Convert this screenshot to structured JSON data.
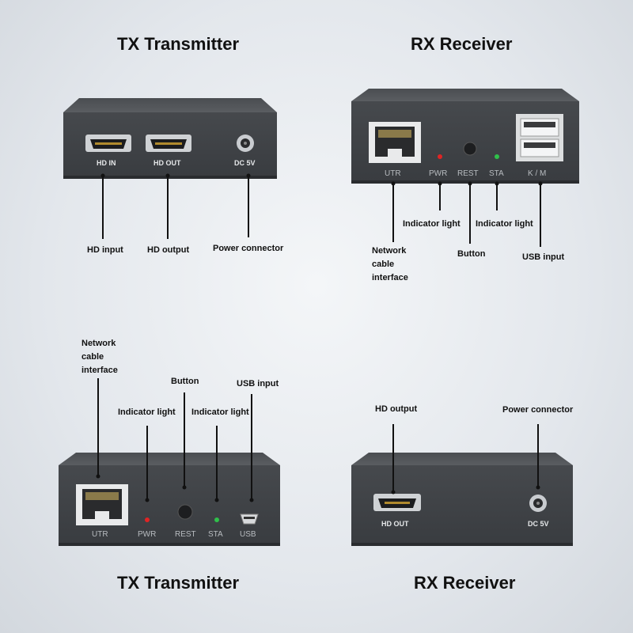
{
  "headings": {
    "top_left": "TX Transmitter",
    "top_right": "RX Receiver",
    "bottom_left": "TX Transmitter",
    "bottom_right": "RX Receiver"
  },
  "tx_front": {
    "ports": {
      "hd_in": "HD IN",
      "hd_out": "HD OUT",
      "dc": "DC 5V"
    },
    "callouts": {
      "hd_input": "HD input",
      "hd_output": "HD output",
      "power": "Power connector"
    }
  },
  "rx_front": {
    "ports": {
      "utr": "UTR",
      "pwr": "PWR",
      "rest": "REST",
      "sta": "STA",
      "km": "K / M"
    },
    "callouts": {
      "network": [
        "Network",
        "cable",
        "interface"
      ],
      "indicator_left": "Indicator light",
      "indicator_right": "Indicator light",
      "button": "Button",
      "usb": "USB input"
    }
  },
  "tx_back": {
    "ports": {
      "utr": "UTR",
      "pwr": "PWR",
      "rest": "REST",
      "sta": "STA",
      "usb": "USB"
    },
    "callouts": {
      "network": [
        "Network",
        "cable",
        "interface"
      ],
      "button": "Button",
      "usb": "USB input",
      "indicator_left": "Indicator light",
      "indicator_right": "Indicator light"
    }
  },
  "rx_back": {
    "ports": {
      "hd_out": "HD OUT",
      "dc": "DC 5V"
    },
    "callouts": {
      "hd_output": "HD output",
      "power": "Power connector"
    }
  },
  "colors": {
    "device_body": "#3f4246",
    "device_top": "#55585c",
    "led_red": "#e02424",
    "led_green": "#2fc04a",
    "port_label": "#b8bcc0"
  },
  "icons": {
    "hdmi": "hdmi-port-icon",
    "dc": "dc-jack-icon",
    "rj45": "rj45-port-icon",
    "usb_a": "usb-a-port-icon",
    "mini_usb": "mini-usb-port-icon",
    "led": "led-icon",
    "button": "button-icon"
  }
}
